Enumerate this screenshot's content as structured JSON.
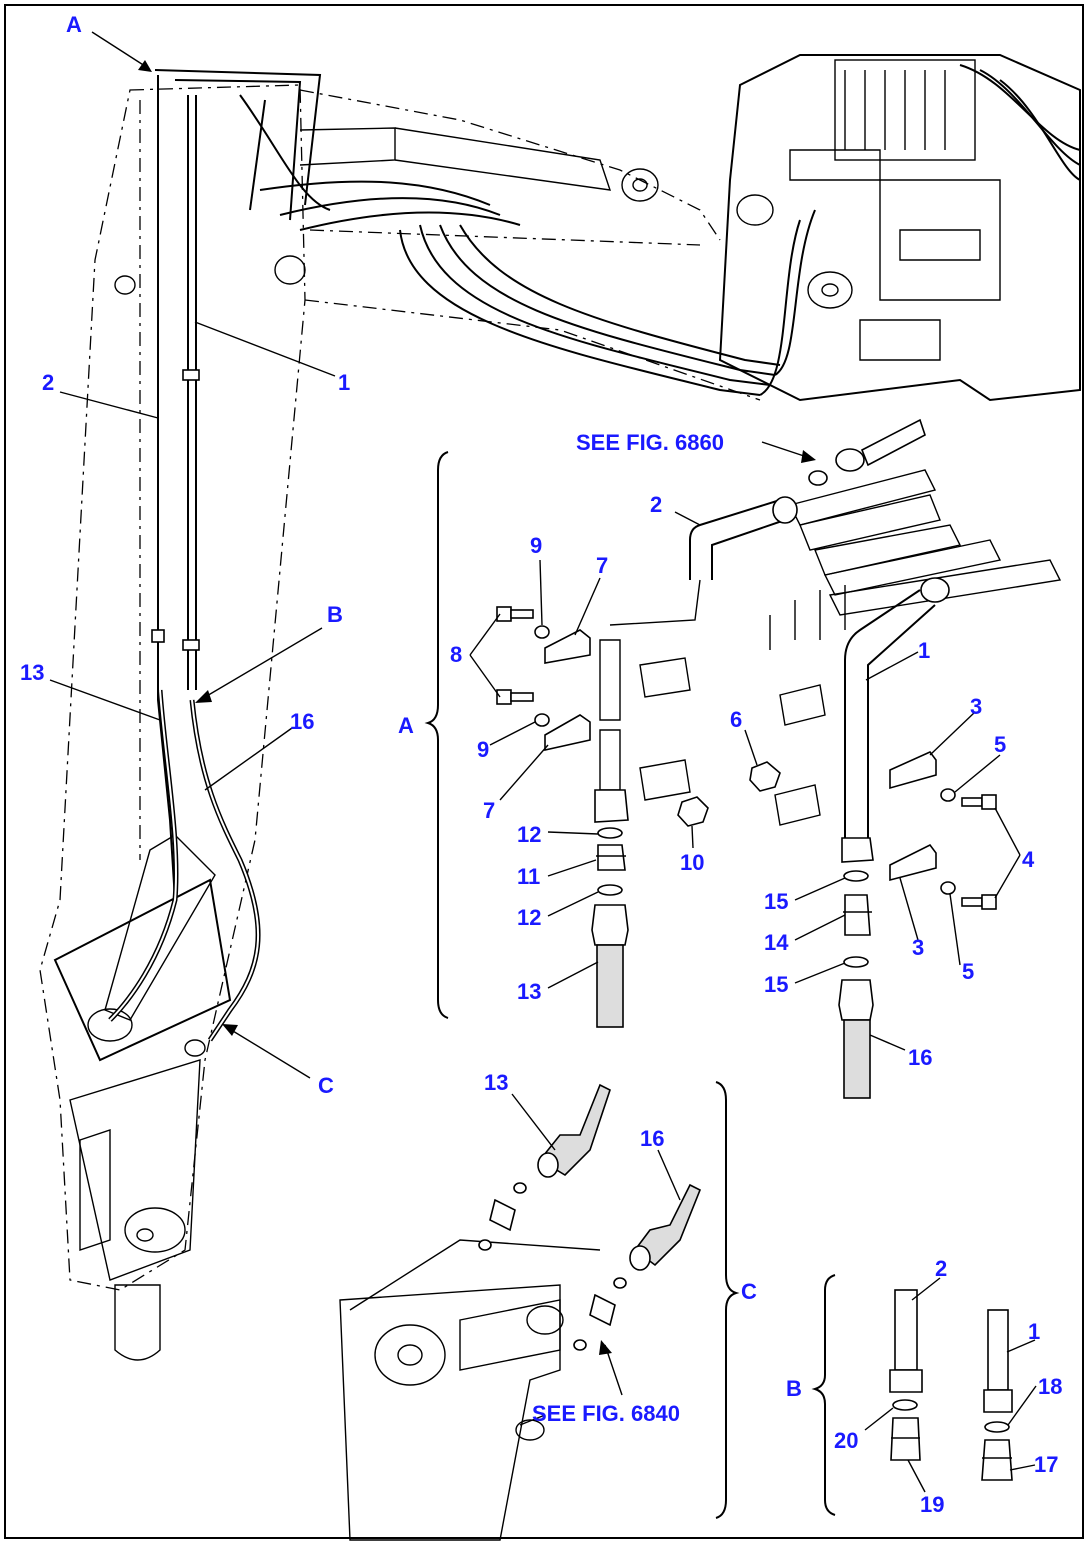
{
  "views": {
    "A": "A",
    "B": "B",
    "C": "C"
  },
  "references": {
    "fig_6860": "SEE FIG. 6860",
    "fig_6840": "SEE FIG. 6840"
  },
  "callouts": {
    "main_1": "1",
    "main_2": "2",
    "main_13": "13",
    "main_16": "16",
    "a_9_top": "9",
    "a_7_top": "7",
    "a_8": "8",
    "a_9_bottom": "9",
    "a_7_bottom": "7",
    "a_12_top": "12",
    "a_11": "11",
    "a_12_bottom": "12",
    "a_13": "13",
    "a_10": "10",
    "a_2": "2",
    "a_1": "1",
    "a_6": "6",
    "a_3_top": "3",
    "a_5_top": "5",
    "a_4": "4",
    "a_15_top": "15",
    "a_14": "14",
    "a_15_bottom": "15",
    "a_3_bottom": "3",
    "a_5_bottom": "5",
    "a_16": "16",
    "c_13": "13",
    "c_16": "16",
    "b_2": "2",
    "b_1": "1",
    "b_20": "20",
    "b_19": "19",
    "b_18": "18",
    "b_17": "17"
  }
}
